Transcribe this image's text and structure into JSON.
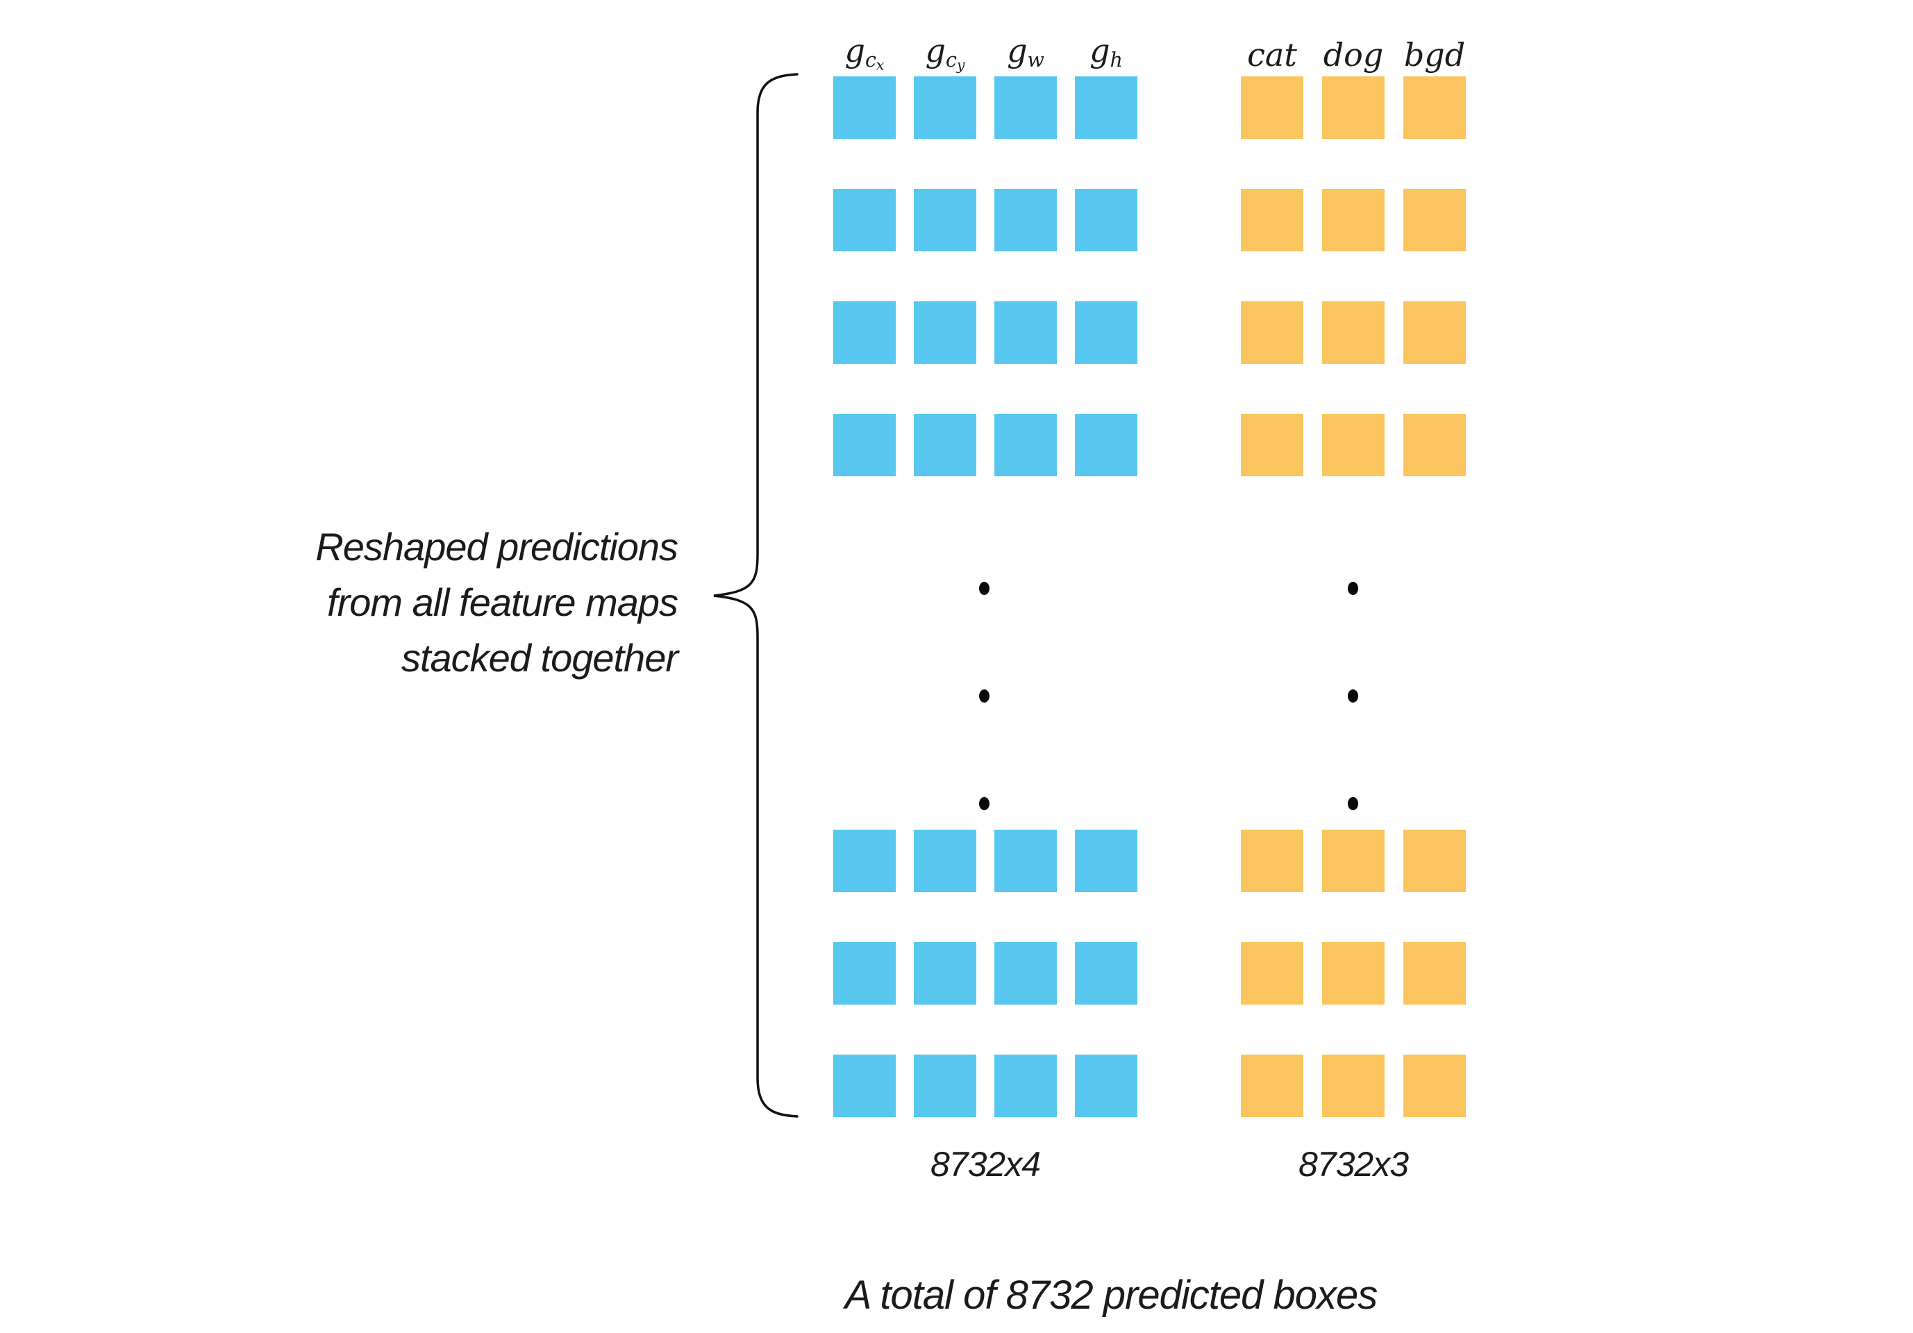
{
  "colors": {
    "blue_square": "#57C7F0",
    "orange_square": "#FAC55E",
    "text": "#1b1b1b",
    "background": "#ffffff"
  },
  "left_label": {
    "line1": "Reshaped predictions",
    "line2": "from all feature maps",
    "line3": "stacked together"
  },
  "headers": {
    "blue": [
      {
        "base": "g",
        "sub": "c",
        "subsub": "x"
      },
      {
        "base": "g",
        "sub": "c",
        "subsub": "y"
      },
      {
        "base": "g",
        "sub": "w",
        "subsub": ""
      },
      {
        "base": "g",
        "sub": "h",
        "subsub": ""
      }
    ],
    "orange": [
      {
        "label": "cat"
      },
      {
        "label": "dog"
      },
      {
        "label": "bgd"
      }
    ]
  },
  "grid": {
    "top_rows": 4,
    "bottom_rows": 3,
    "blue_columns": 4,
    "orange_columns": 3,
    "dots_per_column": 3
  },
  "footer": {
    "blue_dims": "8732x4",
    "orange_dims": "8732x3"
  },
  "caption": "A total of 8732 predicted boxes"
}
